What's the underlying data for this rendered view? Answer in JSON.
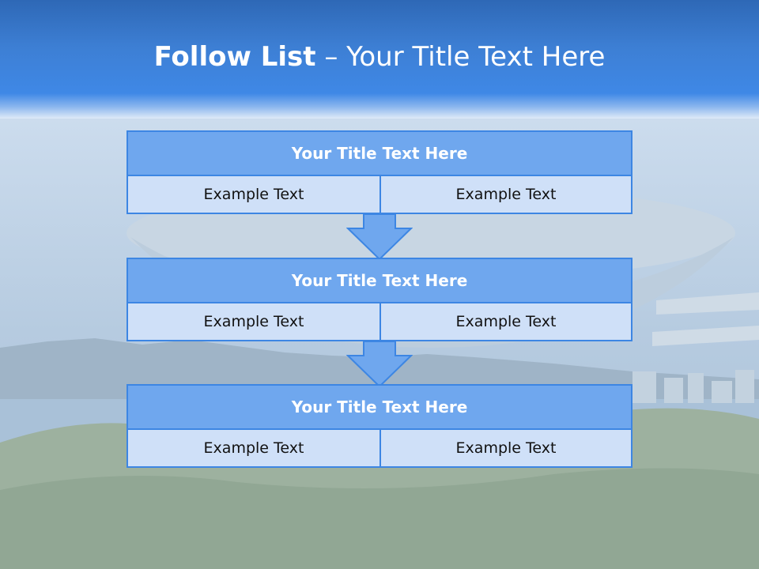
{
  "slide": {
    "title_bold": "Follow List",
    "title_rest": " – Your Title Text Here"
  },
  "steps": [
    {
      "title": "Your Title Text Here",
      "left": "Example Text",
      "right": "Example Text"
    },
    {
      "title": "Your Title Text Here",
      "left": "Example Text",
      "right": "Example Text"
    },
    {
      "title": "Your Title Text Here",
      "left": "Example Text",
      "right": "Example Text"
    }
  ],
  "colors": {
    "header_fill": "#6fa7ee",
    "cell_fill": "#cfe0f8",
    "border": "#3d86e3",
    "arrow_fill": "#6fa7ee"
  },
  "icons": [
    "down-arrow-icon"
  ]
}
